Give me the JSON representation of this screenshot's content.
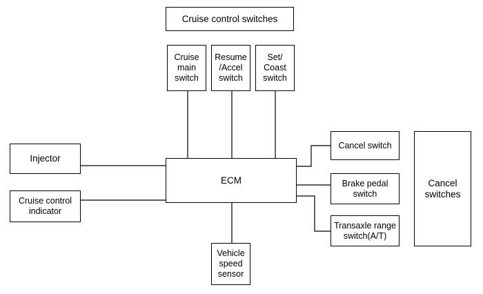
{
  "diagram": {
    "group_title": "Cruise control switches",
    "nodes": {
      "cruise_main_switch": "Cruise\nmain\nswitch",
      "resume_accel_switch": "Resume\n/Accel\nswitch",
      "set_coast_switch": "Set/\nCoast\nswitch",
      "injector": "Injector",
      "cruise_control_indicator": "Cruise control\nindicator",
      "ecm": "ECM",
      "vehicle_speed_sensor": "Vehicle\nspeed\nsensor",
      "cancel_switch": "Cancel switch",
      "brake_pedal_switch": "Brake pedal\nswitch",
      "transaxle_range_switch": "Transaxle range\nswitch(A/T)",
      "cancel_switches": "Cancel\nswitches"
    },
    "connections": [
      [
        "cruise_main_switch",
        "ecm"
      ],
      [
        "resume_accel_switch",
        "ecm"
      ],
      [
        "set_coast_switch",
        "ecm"
      ],
      [
        "injector",
        "ecm"
      ],
      [
        "cruise_control_indicator",
        "ecm"
      ],
      [
        "ecm",
        "vehicle_speed_sensor"
      ],
      [
        "ecm",
        "cancel_switch"
      ],
      [
        "ecm",
        "brake_pedal_switch"
      ],
      [
        "ecm",
        "transaxle_range_switch"
      ]
    ],
    "line_color": "#000000"
  }
}
